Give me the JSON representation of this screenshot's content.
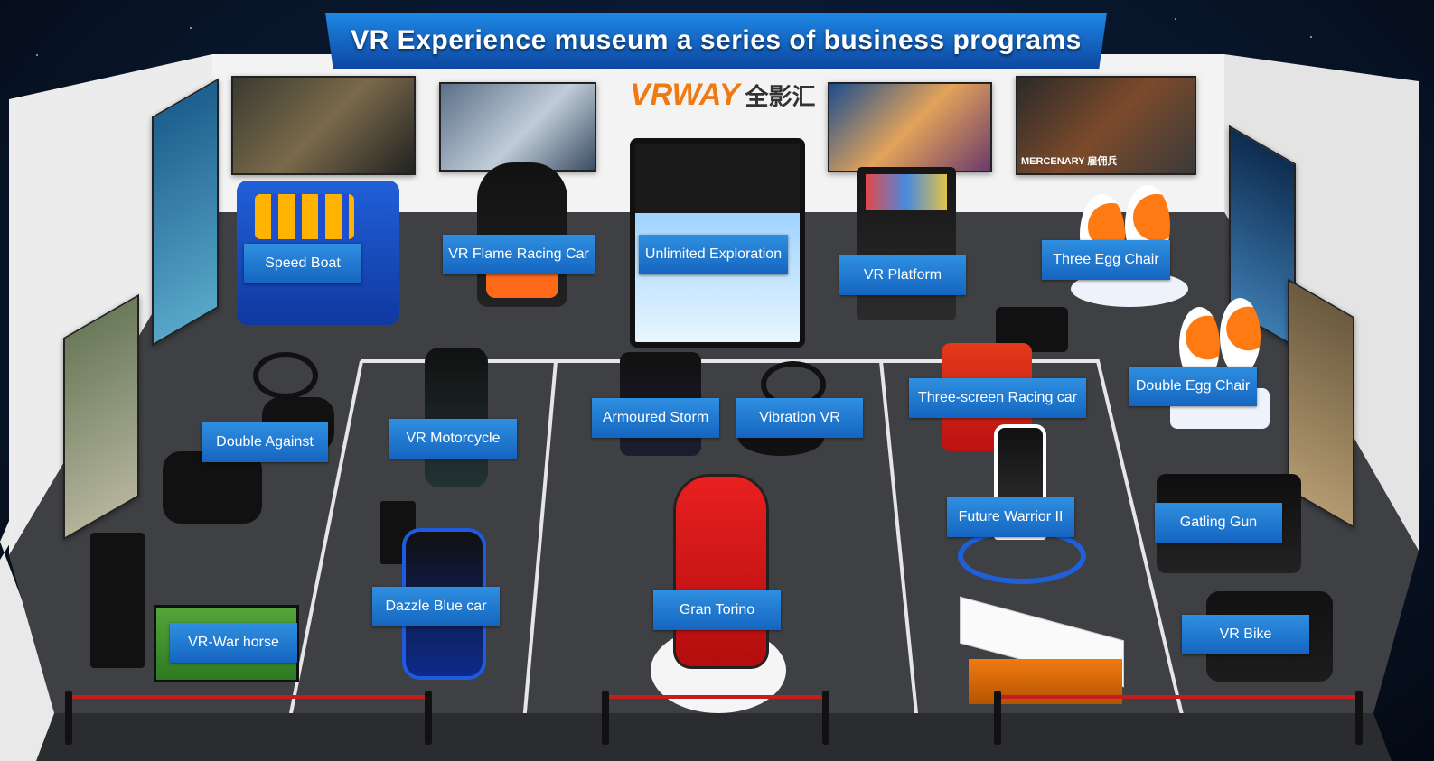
{
  "banner": {
    "title": "VR Experience  museum a series of  business programs"
  },
  "logo": {
    "brand": "VRWAY",
    "cn": "全影汇"
  },
  "poster_text": {
    "mercenary": "MERCENARY 雇佣兵"
  },
  "labels": {
    "speed_boat": "Speed Boat",
    "flame_racing": "VR Flame Racing Car",
    "unlimited": "Unlimited Exploration",
    "platform": "VR Platform",
    "three_egg": "Three Egg Chair",
    "double_egg": "Double Egg Chair",
    "three_screen": "Three-screen Racing car",
    "armoured": "Armoured Storm",
    "vibration": "Vibration VR",
    "double_against": "Double Against",
    "motorcycle": "VR Motorcycle",
    "future_warrior": "Future Warrior II",
    "gatling": "Gatling Gun",
    "dazzle": "Dazzle Blue car",
    "gran_torino": "Gran Torino",
    "war_horse": "VR-War horse",
    "bike": "VR Bike"
  },
  "colors": {
    "banner": "#1565c0",
    "label": "#1e7bd3",
    "accent": "#f07a12",
    "rope": "#c51c1c"
  }
}
